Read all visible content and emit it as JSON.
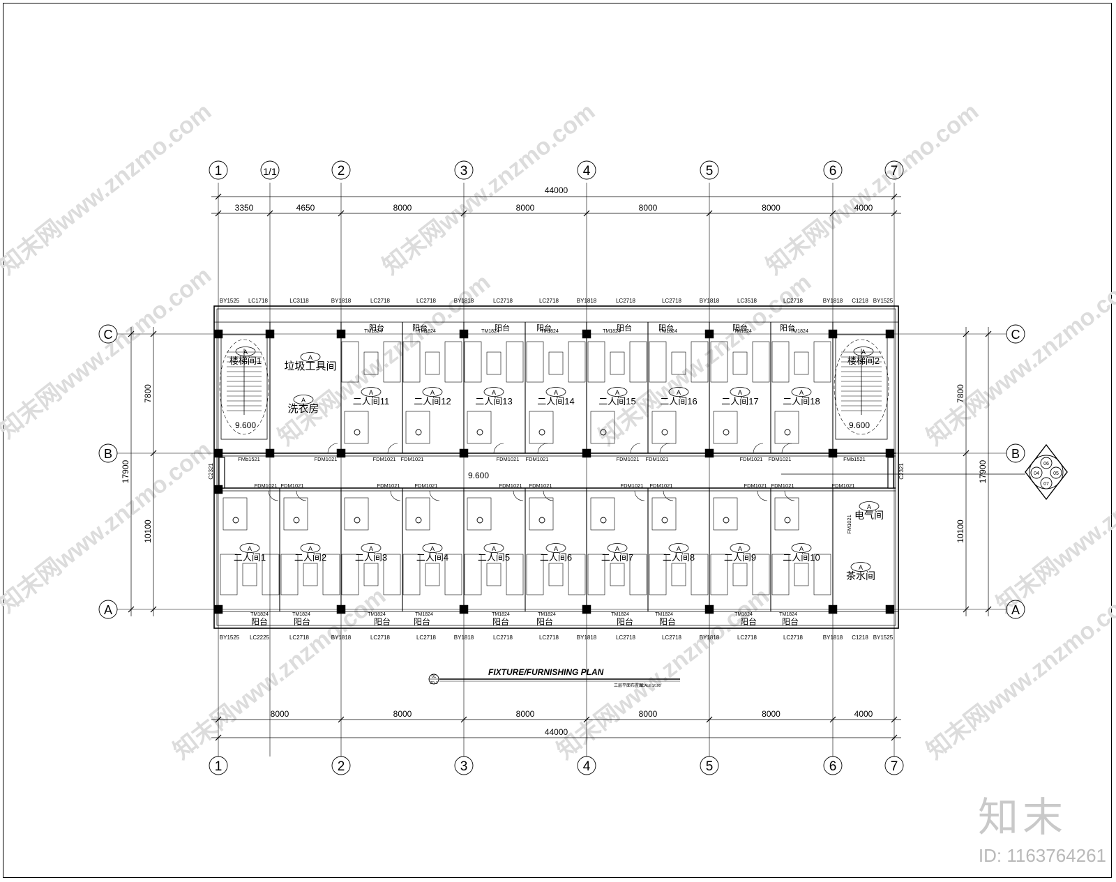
{
  "drawing": {
    "title": "FIXTURE/FURNISHING PLAN",
    "subtitle": "三层平面布置图",
    "scale": "SCALE:1/100",
    "sheet_top": "01",
    "sheet_bottom": "ZD-1"
  },
  "axes": {
    "columns": [
      "1",
      "1/1",
      "2",
      "3",
      "4",
      "5",
      "6",
      "7"
    ],
    "columns_bottom": [
      "1",
      "2",
      "3",
      "4",
      "5",
      "6",
      "7"
    ],
    "rows": [
      "C",
      "B",
      "A"
    ]
  },
  "dims": {
    "top_total": "44000",
    "top": [
      "3350",
      "4650",
      "8000",
      "8000",
      "8000",
      "8000",
      "4000"
    ],
    "bottom": [
      "8000",
      "8000",
      "8000",
      "8000",
      "8000",
      "4000"
    ],
    "bottom_total": "44000",
    "left": [
      "7800",
      "10100"
    ],
    "left_total": "17900",
    "right": [
      "7800",
      "10100"
    ],
    "right_total": "17900"
  },
  "levels": {
    "stair_left": "9.600",
    "stair_right": "9.600",
    "corridor": "9.600"
  },
  "rooms": {
    "stair1": "楼梯间1",
    "stair2": "楼梯间2",
    "garbage": "垃圾工具间",
    "laundry": "洗衣房",
    "electric": "电气间",
    "tea": "茶水间",
    "balcony": "阳台",
    "tag": "A",
    "top_rooms": [
      "二人间11",
      "二人间12",
      "二人间13",
      "二人间14",
      "二人间15",
      "二人间16",
      "二人间17",
      "二人间18"
    ],
    "bottom_rooms": [
      "二人间1",
      "二人间2",
      "二人间3",
      "二人间4",
      "二人间5",
      "二人间6",
      "二人间7",
      "二人间8",
      "二人间9",
      "二人间10"
    ]
  },
  "windows": {
    "top": [
      "BY1525",
      "LC1718",
      "LC3118",
      "BY1818",
      "LC2718",
      "LC2718",
      "BY1818",
      "LC2718",
      "LC2718",
      "BY1818",
      "LC2718",
      "LC2718",
      "BY1818",
      "LC3518",
      "LC2718",
      "BY1818",
      "C1218",
      "BY1525"
    ],
    "bottom": [
      "BY1525",
      "LC2225",
      "LC2718",
      "BY1818",
      "LC2718",
      "LC2718",
      "BY1818",
      "LC2718",
      "LC2718",
      "BY1818",
      "LC2718",
      "LC2718",
      "BY1818",
      "LC2718",
      "LC2718",
      "BY1818",
      "C1218",
      "BY1525"
    ],
    "tm": "TM1824",
    "side": "C2321"
  },
  "doors": {
    "fdm": "FDM1021",
    "fmb": "FMb1521",
    "fm": "FM1021"
  },
  "index_marks": [
    "06",
    "04",
    "05",
    "07"
  ],
  "watermark": {
    "text": "知末网www.znzmo.com",
    "brand": "知末",
    "id": "ID: 1163764261"
  }
}
